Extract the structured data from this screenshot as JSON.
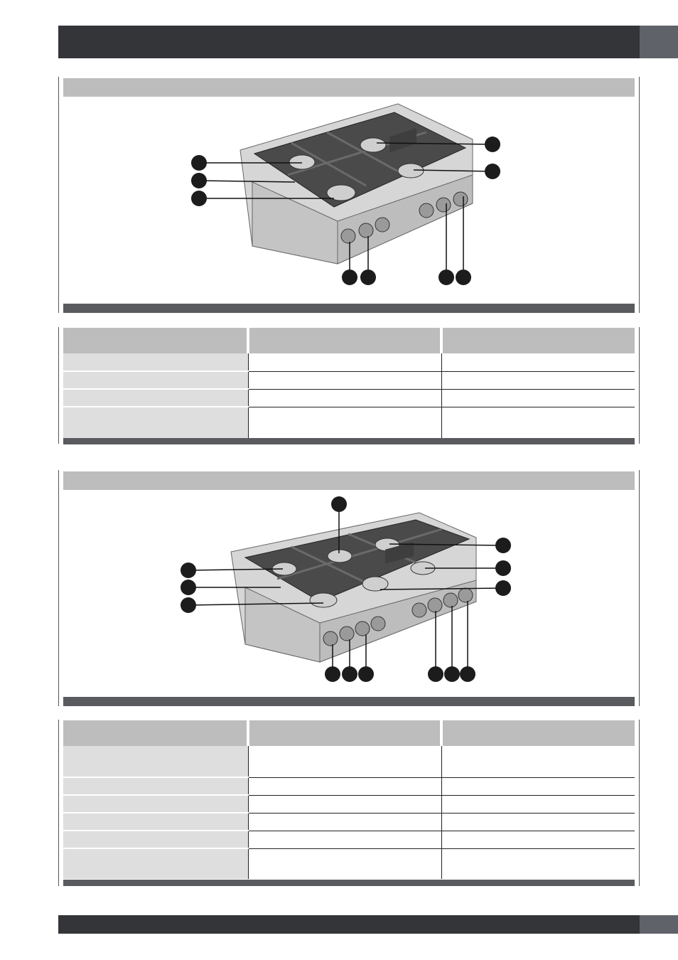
{
  "top_bar": {
    "color": "#333538",
    "tab_color": "#5f6268"
  },
  "bottom_bar": {
    "color": "#333538",
    "tab_color": "#5f6268"
  },
  "section1": {
    "figure": {
      "type": "rangetop-4-burner",
      "callouts": 9
    }
  },
  "table1": {
    "header_color": "#bdbdbd",
    "rows": 4
  },
  "section2": {
    "figure": {
      "type": "rangetop-6-burner",
      "callouts": 13
    }
  },
  "table2": {
    "header_color": "#bdbdbd",
    "rows": 6
  }
}
